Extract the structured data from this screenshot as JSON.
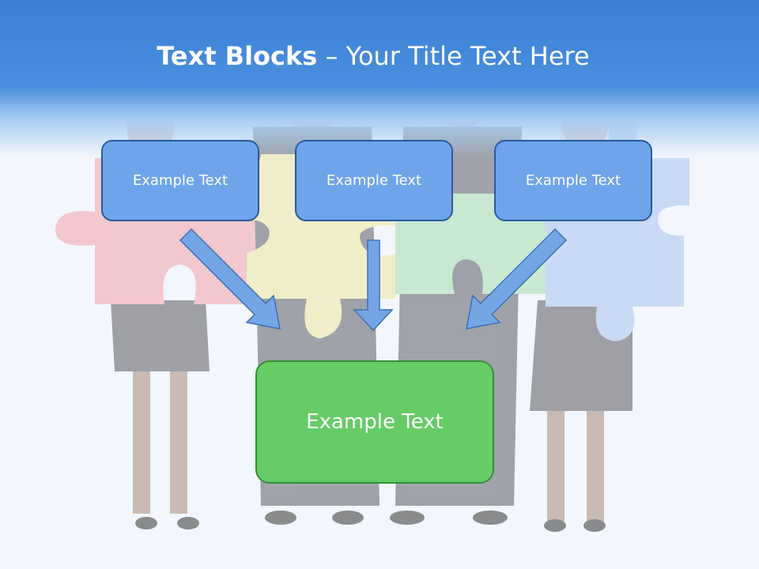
{
  "title": {
    "bold": "Text Blocks",
    "dash": " – ",
    "rest": "Your Title Text Here"
  },
  "blocks": [
    {
      "label": "Example Text"
    },
    {
      "label": "Example Text"
    },
    {
      "label": "Example Text"
    }
  ],
  "target": {
    "label": "Example Text"
  },
  "colors": {
    "header": "#3a7fd3",
    "block_fill": "#6ea5ea",
    "block_border": "#2b5a9a",
    "target_fill": "#66cc66",
    "arrow_fill": "#74a6e6"
  },
  "background_image": "business-people-holding-puzzle-pieces"
}
